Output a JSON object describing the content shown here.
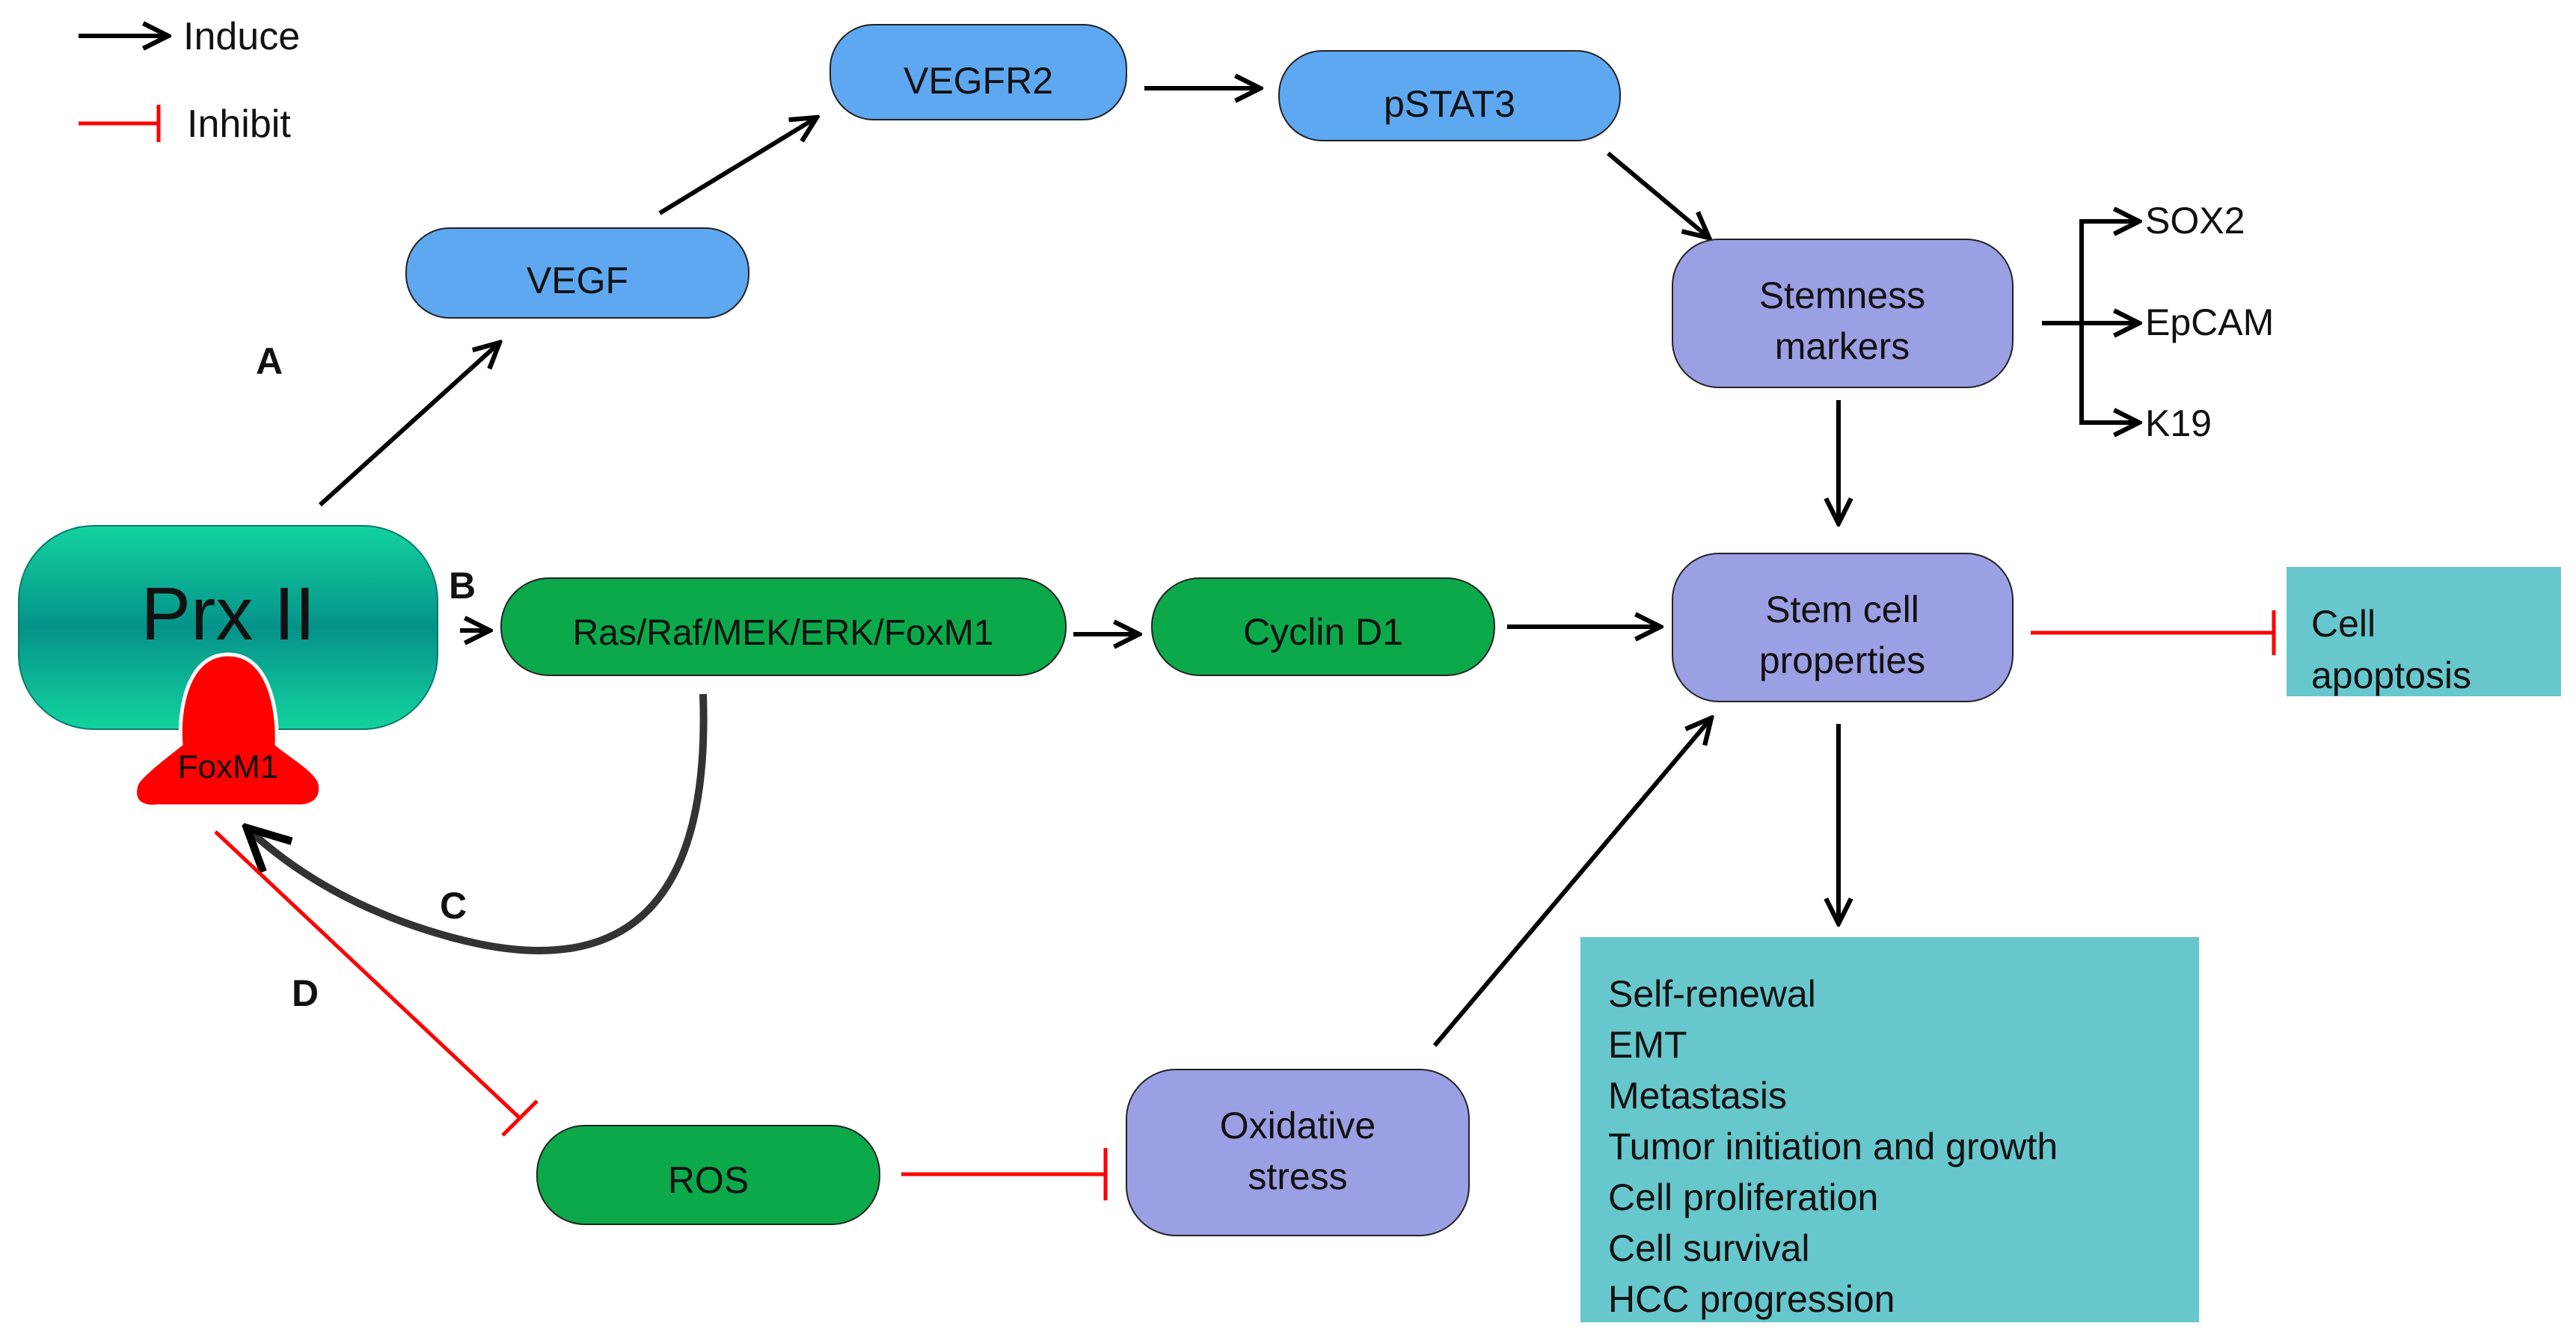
{
  "legend": {
    "induce": "Induce",
    "inhibit": "Inhibit"
  },
  "colors": {
    "blue": "#5ea8f2",
    "green": "#0ba94a",
    "purple": "#9b9fe3",
    "teal": "#66c7cc",
    "red": "#ff0000",
    "prx_top": "#10cf9a",
    "prx_mid": "#07948c",
    "arrow": "#000000"
  },
  "nodes": {
    "vegf": "VEGF",
    "vegfr2": "VEGFR2",
    "pstat3": "pSTAT3",
    "stemness_line1": "Stemness",
    "stemness_line2": "markers",
    "sox2": "SOX2",
    "epcam": "EpCAM",
    "k19": "K19",
    "prx": "Prx II",
    "foxm1": "FoxM1",
    "ras": "Ras/Raf/MEK/ERK/FoxM1",
    "cyclin": "Cyclin D1",
    "stemcell_line1": "Stem cell",
    "stemcell_line2": "properties",
    "apoptosis_line1": "Cell",
    "apoptosis_line2": "apoptosis",
    "ros": "ROS",
    "oxidative_line1": "Oxidative",
    "oxidative_line2": "stress"
  },
  "outcomes": [
    "Self-renewal",
    "EMT",
    "Metastasis",
    "Tumor initiation and growth",
    "Cell proliferation",
    "Cell survival",
    "HCC progression"
  ],
  "pathway_labels": {
    "a": "A",
    "b": "B",
    "c": "C",
    "d": "D"
  }
}
